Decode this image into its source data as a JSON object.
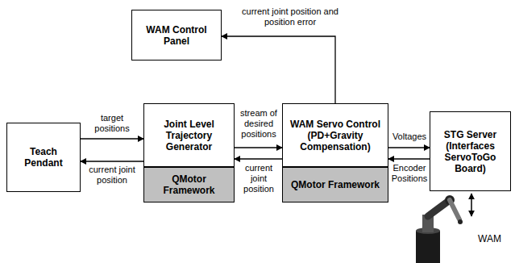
{
  "diagram": {
    "nodes": [
      {
        "text": [
          "Teach Pendant"
        ]
      },
      {
        "text": [
          "WAM Control Panel"
        ]
      },
      {
        "text": [
          "Joint Level Trajectory Generator"
        ]
      },
      {
        "text": [
          "QMotor Framework"
        ]
      },
      {
        "text": [
          "WAM Servo Control",
          "(PD+Gravity Compensation)"
        ]
      },
      {
        "text": [
          "QMotor Framework"
        ]
      },
      {
        "text": [
          "STG Server",
          "(Interfaces ServoToGo Board)"
        ]
      }
    ],
    "edges": [
      {
        "from": 0,
        "to": 2,
        "arrow": "to",
        "label": "target positions"
      },
      {
        "from": 2,
        "to": 0,
        "arrow": "to",
        "label": "current joint position"
      },
      {
        "from": 2,
        "to": 4,
        "arrow": "to",
        "label": "stream of desired positions"
      },
      {
        "from": 4,
        "to": 2,
        "arrow": "to",
        "label": "current joint position"
      },
      {
        "from": 4,
        "to": 1,
        "arrow": "to",
        "label": "current joint position and position error"
      },
      {
        "from": 4,
        "to": 6,
        "arrow": "to",
        "label": "Voltages"
      },
      {
        "from": 6,
        "to": 4,
        "arrow": "to",
        "label": "Encoder Positions"
      }
    ],
    "labels": [
      "WAM"
    ]
  }
}
